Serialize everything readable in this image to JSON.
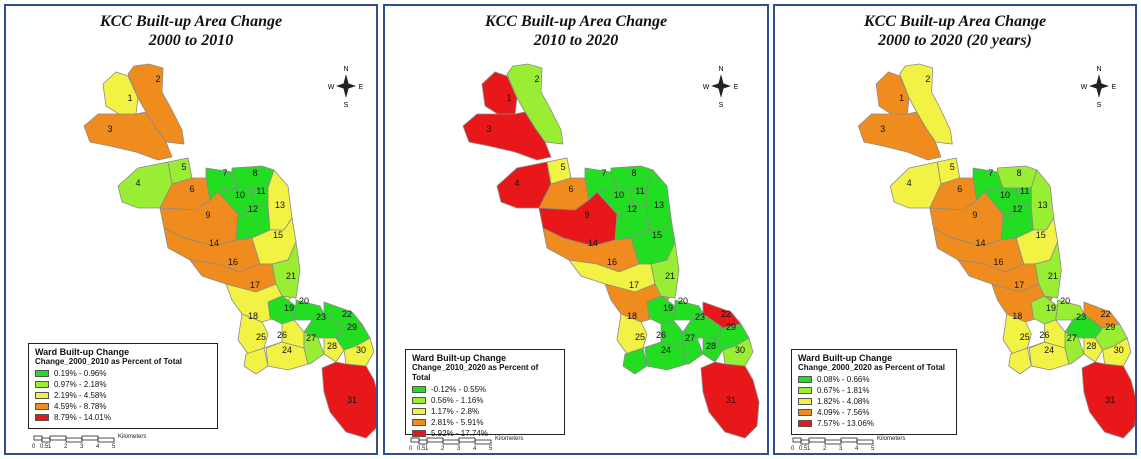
{
  "panels": [
    {
      "title_line1": "KCC Built-up Area Change",
      "title_line2": "2000 to 2010",
      "legend": {
        "heading": "Ward Built-up Change",
        "subheading": "Change_2000_2010 as Percent of Total",
        "classes": [
          {
            "label": "0.19% - 0.96%",
            "color": "#22dd22"
          },
          {
            "label": "0.97% - 2.18%",
            "color": "#99ee33"
          },
          {
            "label": "2.19% - 4.58%",
            "color": "#f2f244"
          },
          {
            "label": "4.59% - 8.78%",
            "color": "#f08c1e"
          },
          {
            "label": "8.79% - 14.01%",
            "color": "#e8181a"
          }
        ]
      },
      "ward_classes": {
        "1": 2,
        "2": 3,
        "3": 3,
        "4": 1,
        "5": 1,
        "6": 3,
        "7": 0,
        "8": 0,
        "9": 3,
        "10": 0,
        "11": 0,
        "12": 0,
        "13": 2,
        "14": 3,
        "15": 2,
        "16": 3,
        "17": 2,
        "18": 2,
        "19": 0,
        "20": 0,
        "21": 1,
        "22": 0,
        "23": 0,
        "24": 2,
        "25": 2,
        "26": 2,
        "27": 1,
        "28": 2,
        "29": 0,
        "30": 2,
        "31": 4
      }
    },
    {
      "title_line1": "KCC Built-up Area Change",
      "title_line2": "2010 to 2020",
      "legend": {
        "heading": "Ward Built-up Change",
        "subheading": "Change_2010_2020 as Percent of Total",
        "classes": [
          {
            "label": "-0.12% - 0.55%",
            "color": "#22dd22"
          },
          {
            "label": "0.56% - 1.16%",
            "color": "#99ee33"
          },
          {
            "label": "1.17% - 2.8%",
            "color": "#f2f244"
          },
          {
            "label": "2.81% - 5.91%",
            "color": "#f08c1e"
          },
          {
            "label": "5.92% - 17.74%",
            "color": "#e8181a"
          }
        ]
      },
      "ward_classes": {
        "1": 4,
        "2": 1,
        "3": 4,
        "4": 4,
        "5": 2,
        "6": 3,
        "7": 0,
        "8": 0,
        "9": 4,
        "10": 0,
        "11": 0,
        "12": 0,
        "13": 0,
        "14": 3,
        "15": 0,
        "16": 2,
        "17": 3,
        "18": 2,
        "19": 0,
        "20": 0,
        "21": 1,
        "22": 4,
        "23": 0,
        "24": 0,
        "25": 0,
        "26": 0,
        "27": 0,
        "28": 0,
        "29": 0,
        "30": 1,
        "31": 4
      }
    },
    {
      "title_line1": "KCC Built-up Area Change",
      "title_line2": "2000 to 2020 (20 years)",
      "legend": {
        "heading": "Ward Built-up Change",
        "subheading": "Change_2000_2020 as Percent of Total",
        "classes": [
          {
            "label": "0.08% - 0.66%",
            "color": "#22dd22"
          },
          {
            "label": "0.67% - 1.81%",
            "color": "#99ee33"
          },
          {
            "label": "1.82% - 4.08%",
            "color": "#f2f244"
          },
          {
            "label": "4.09% - 7.56%",
            "color": "#f08c1e"
          },
          {
            "label": "7.57% - 13.06%",
            "color": "#e8181a"
          }
        ]
      },
      "ward_classes": {
        "1": 3,
        "2": 2,
        "3": 3,
        "4": 2,
        "5": 2,
        "6": 3,
        "7": 0,
        "8": 1,
        "9": 3,
        "10": 0,
        "11": 0,
        "12": 0,
        "13": 1,
        "14": 3,
        "15": 2,
        "16": 3,
        "17": 3,
        "18": 2,
        "19": 1,
        "20": 1,
        "21": 1,
        "22": 3,
        "23": 0,
        "24": 2,
        "25": 2,
        "26": 2,
        "27": 1,
        "28": 2,
        "29": 1,
        "30": 2,
        "31": 4
      }
    }
  ],
  "north_arrow": {
    "n": "N",
    "s": "S",
    "e": "E",
    "w": "W"
  },
  "scale_bar": {
    "ticks": [
      "0",
      "0.5",
      "1",
      "2",
      "3",
      "4",
      "5"
    ],
    "unit": "Kilometers"
  }
}
